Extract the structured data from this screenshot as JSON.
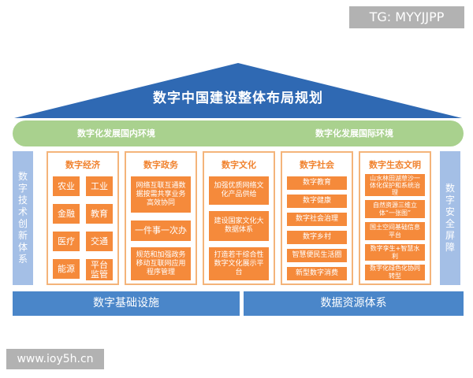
{
  "watermarks": {
    "top": "TG: MYYJJPP",
    "bottom": "www.ioy5h.cn"
  },
  "title": "数字中国建设整体布局规划",
  "environment": {
    "domestic": "数字化发展国内环境",
    "international": "数字化发展国际环境"
  },
  "pillars": {
    "left": "数字技术创新体系",
    "right": "数字安全屏障"
  },
  "columns": [
    {
      "title": "数字经济",
      "items": [
        "农业",
        "工业",
        "金融",
        "教育",
        "医疗",
        "交通",
        "能源",
        "平台监管"
      ]
    },
    {
      "title": "数字政务",
      "items": [
        "网络互联互通数据按需共享业务高效协同",
        "一件事一次办",
        "规范和加强政务移动互联网应用程序管理"
      ]
    },
    {
      "title": "数字文化",
      "items": [
        "加强优质网络文化产品供给",
        "建设国家文化大数据体系",
        "打造若干综合性数字文化展示平台"
      ]
    },
    {
      "title": "数字社会",
      "items": [
        "数字教育",
        "数字健康",
        "数字社会治理",
        "数字乡村",
        "智慧便民生活圈",
        "新型数字消费"
      ]
    },
    {
      "title": "数字生态文明",
      "items": [
        "山水林田湖草沙一体化保护和系统治理",
        "自然资源三维立体“一张图”",
        "国土空间基础信息平台",
        "数字孪生+智慧水利",
        "数字化绿色化协同转型"
      ]
    }
  ],
  "foundations": {
    "infrastructure": "数字基础设施",
    "data_resources": "数据资源体系"
  },
  "colors": {
    "roof": "#2f69b3",
    "environment_band": "#a9d18e",
    "pillar": "#a4bfe6",
    "column_border": "#f4b47a",
    "cell": "#f58a3b",
    "foundation": "#4a86c9"
  }
}
